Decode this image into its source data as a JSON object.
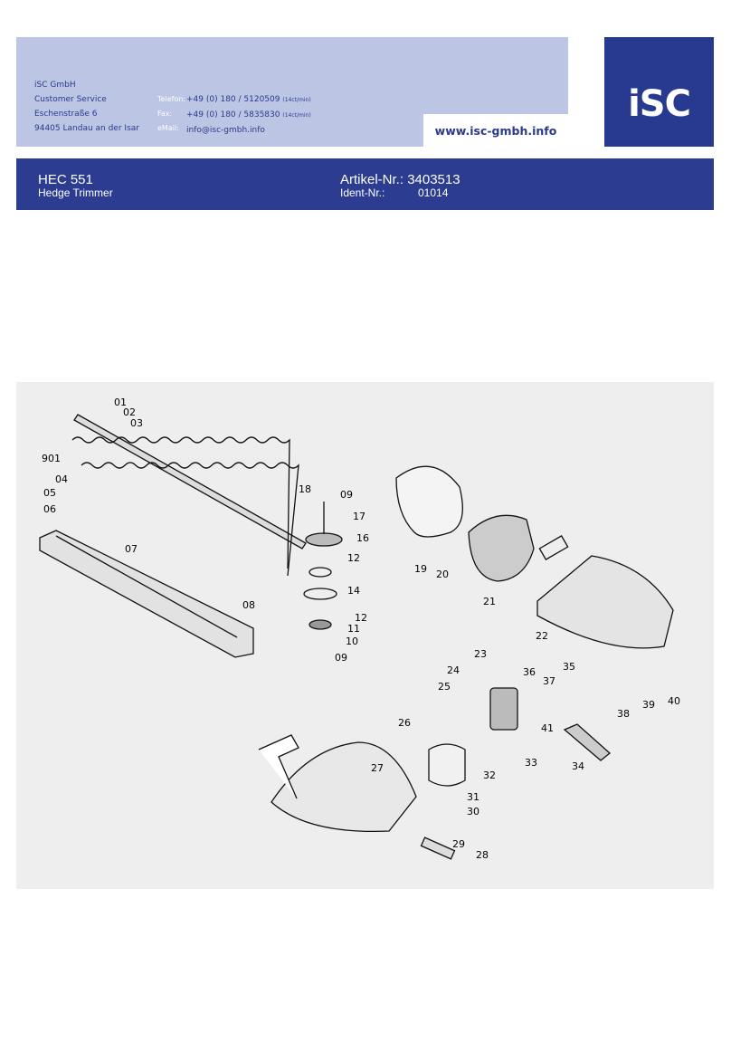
{
  "company": {
    "name": "iSC GmbH",
    "department": "Customer Service",
    "street": "Eschenstraße 6",
    "city": "94405 Landau an der Isar",
    "phone_label": "Telefon:",
    "phone": "+49 (0) 180 / 5120509",
    "phone_rate": "(14ct/min)",
    "fax_label": "Fax:",
    "fax": "+49 (0) 180 / 5835830",
    "fax_rate": "(14ct/min)",
    "email_label": "eMail:",
    "email": "info@isc-gmbh.info",
    "website": "www.isc-gmbh.info",
    "logo_text": "iSC"
  },
  "product": {
    "model": "HEC 551",
    "name": "Hedge Trimmer",
    "article_label": "Artikel-Nr.:",
    "article_number": "3403513",
    "ident_label": "Ident-Nr.:",
    "ident_number": "01014"
  },
  "diagram": {
    "part_labels": [
      "01",
      "02",
      "03",
      "901",
      "04",
      "05",
      "06",
      "07",
      "08",
      "18",
      "09",
      "17",
      "16",
      "12",
      "14",
      "12",
      "11",
      "10",
      "09",
      "19",
      "20",
      "21",
      "22",
      "23",
      "24",
      "25",
      "36",
      "37",
      "35",
      "41",
      "26",
      "33",
      "38",
      "39",
      "40",
      "34",
      "27",
      "32",
      "31",
      "30",
      "29",
      "28"
    ]
  },
  "colors": {
    "header_bg": "#bcc5e3",
    "brand_blue": "#283a8f",
    "text_blue": "#2b3a8c"
  }
}
